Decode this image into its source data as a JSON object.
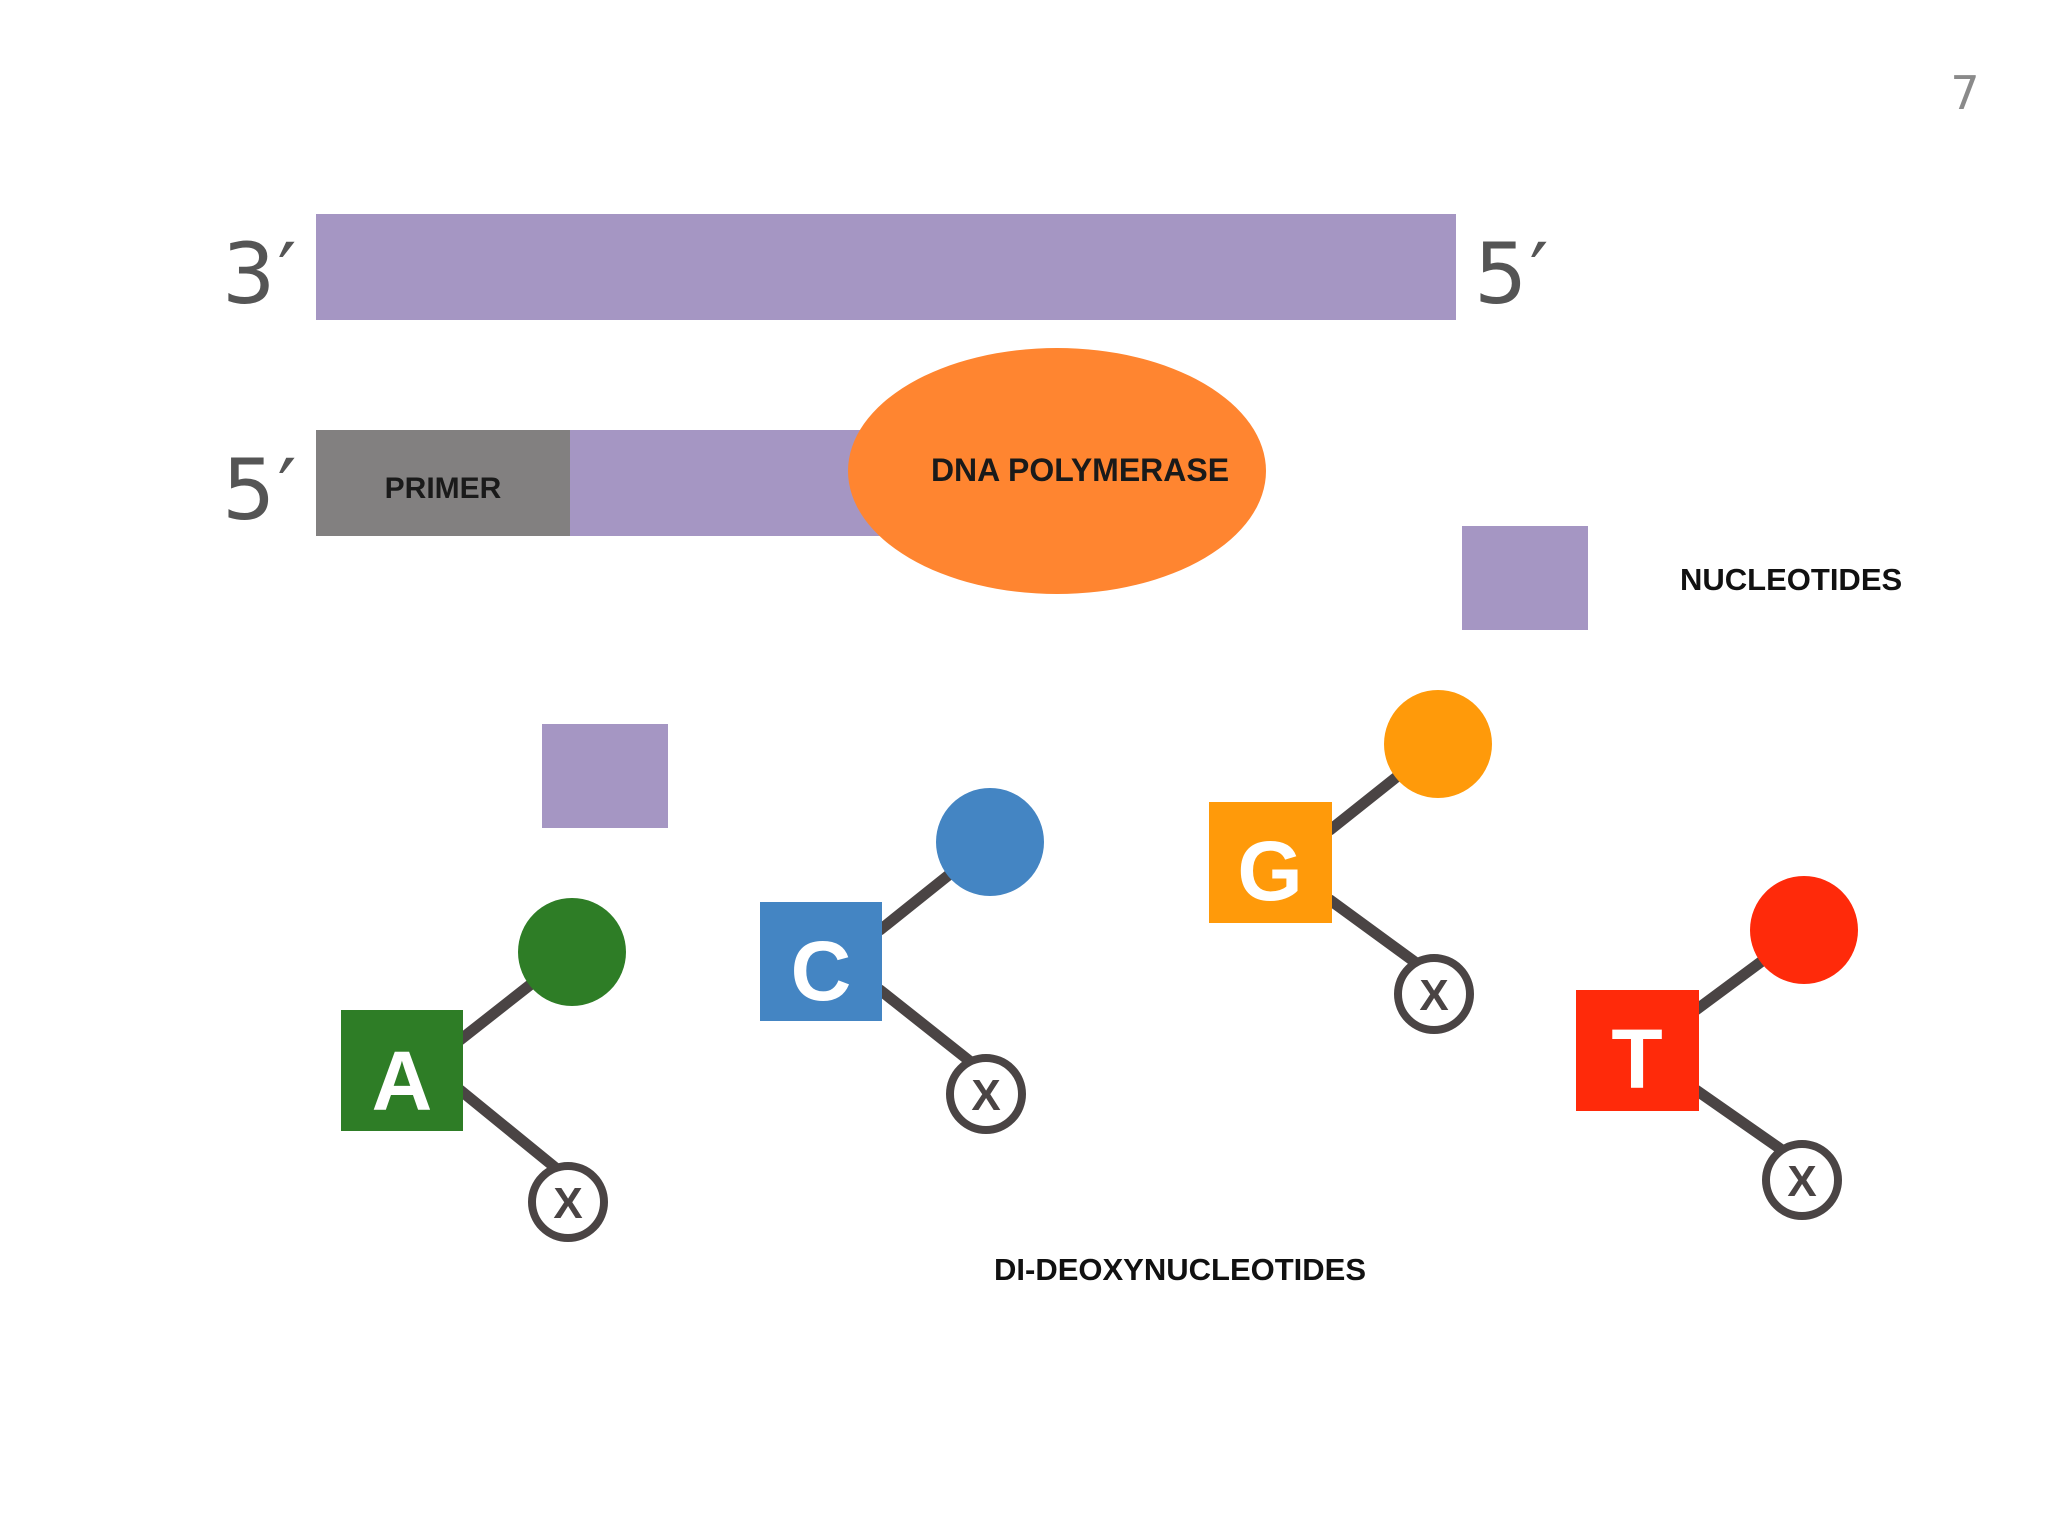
{
  "slide": {
    "number": "7"
  },
  "template_strand": {
    "left_end": "3′",
    "right_end": "5′",
    "color": "#a596c3"
  },
  "growing_strand": {
    "left_end": "5′",
    "primer_label": "PRIMER",
    "primer_color": "#828080"
  },
  "polymerase": {
    "label": "DNA POLYMERASE",
    "color": "#ff8530"
  },
  "nucleotides": {
    "label": "NUCLEOTIDES",
    "color": "#a596c3"
  },
  "dideoxynucleotides": {
    "label": "DI-DEOXYNUCLEOTIDES",
    "blocker_symbol": "X",
    "bases": [
      {
        "letter": "A",
        "color": "#2e7d26"
      },
      {
        "letter": "C",
        "color": "#4485c3"
      },
      {
        "letter": "G",
        "color": "#ff9a0a"
      },
      {
        "letter": "T",
        "color": "#ff2a0a"
      }
    ]
  }
}
